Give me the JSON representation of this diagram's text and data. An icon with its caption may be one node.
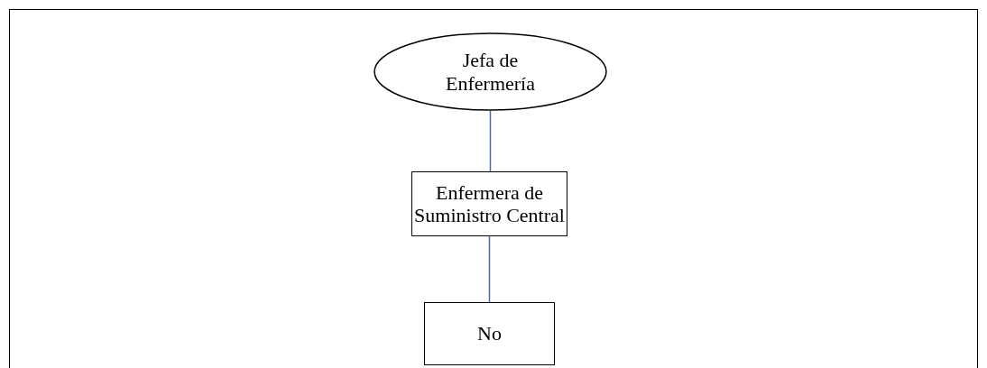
{
  "diagram": {
    "nodes": [
      {
        "text": [
          "Jefa de Enfermería"
        ]
      },
      {
        "text": [
          "Enfermera de Suministro Central"
        ]
      },
      {
        "text": [
          "No"
        ]
      }
    ],
    "edges": [
      {
        "from": 0,
        "to": 1,
        "arrow": "none"
      },
      {
        "from": 1,
        "to": 2,
        "arrow": "none"
      }
    ]
  }
}
